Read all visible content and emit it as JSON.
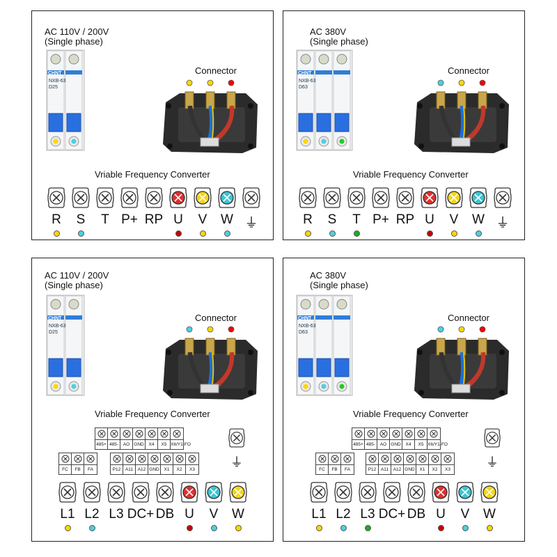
{
  "panels": [
    {
      "title1": "AC 110V / 200V",
      "title2": "(Single phase)",
      "connector": "Connector",
      "vfc": "Vriable Frequency Converter",
      "breaker_brand": "CHNT",
      "breaker_model": "NXB-63",
      "breaker_rating": "D25",
      "poles": 2,
      "connector_dots": [
        "#ffd700",
        "#ffd700",
        "#ff0000"
      ],
      "bottom_dots": [
        "#ffd700",
        "#4cd0e0"
      ],
      "terminals": [
        {
          "label": "R",
          "fill": "#ffffff",
          "dot": "#ffd700"
        },
        {
          "label": "S",
          "fill": "#ffffff",
          "dot": "#4cd0e0"
        },
        {
          "label": "T",
          "fill": "#ffffff",
          "dot": ""
        },
        {
          "label": "P+",
          "fill": "#ffffff",
          "dot": ""
        },
        {
          "label": "RP",
          "fill": "#ffffff",
          "dot": ""
        },
        {
          "label": "U",
          "fill": "#e03030",
          "dot": "#cc0000"
        },
        {
          "label": "V",
          "fill": "#f3d51c",
          "dot": "#ffd700"
        },
        {
          "label": "W",
          "fill": "#3ec4d4",
          "dot": "#4cd0e0"
        },
        {
          "label": "⏚",
          "fill": "#ffffff",
          "dot": ""
        }
      ]
    },
    {
      "title1": "AC 380V",
      "title2": "(Single phase)",
      "connector": "Connector",
      "vfc": "Vriable Frequency Converter",
      "breaker_brand": "CHNT",
      "breaker_model": "NXB-63",
      "breaker_rating": "D63",
      "poles": 3,
      "connector_dots": [
        "#4cd0e0",
        "#ffd700",
        "#ff0000"
      ],
      "bottom_dots": [
        "#ffd700",
        "#4cd0e0",
        "#22cc22"
      ],
      "terminals": [
        {
          "label": "R",
          "fill": "#ffffff",
          "dot": "#ffd700"
        },
        {
          "label": "S",
          "fill": "#ffffff",
          "dot": "#4cd0e0"
        },
        {
          "label": "T",
          "fill": "#ffffff",
          "dot": "#22aa22"
        },
        {
          "label": "P+",
          "fill": "#ffffff",
          "dot": ""
        },
        {
          "label": "RP",
          "fill": "#ffffff",
          "dot": ""
        },
        {
          "label": "U",
          "fill": "#e03030",
          "dot": "#cc0000"
        },
        {
          "label": "V",
          "fill": "#f3d51c",
          "dot": "#ffd700"
        },
        {
          "label": "W",
          "fill": "#3ec4d4",
          "dot": "#4cd0e0"
        },
        {
          "label": "⏚",
          "fill": "#ffffff",
          "dot": ""
        }
      ]
    },
    {
      "title1": "AC 110V / 200V",
      "title2": "(Single phase)",
      "connector": "Connector",
      "vfc": "Vriable Frequency Converter",
      "breaker_brand": "CHNT",
      "breaker_model": "NXB-63",
      "breaker_rating": "D25",
      "poles": 2,
      "connector_dots": [
        "#4cd0e0",
        "#ffd700",
        "#ff0000"
      ],
      "bottom_dots": [
        "#ffd700",
        "#4cd0e0"
      ],
      "ctrl_top": [
        "485+",
        "485-",
        "AO",
        "GND",
        "X4",
        "X5",
        "X6/Y1-FO"
      ],
      "ctrl_left": [
        "FC",
        "FB",
        "FA"
      ],
      "ctrl_right": [
        "P12",
        "A11",
        "A12",
        "GND",
        "X1",
        "X2",
        "X3"
      ],
      "terminals": [
        {
          "label": "L1",
          "fill": "#ffffff",
          "dot": "#ffd700"
        },
        {
          "label": "L2",
          "fill": "#ffffff",
          "dot": "#4cd0e0"
        },
        {
          "label": "L3",
          "fill": "#ffffff",
          "dot": ""
        },
        {
          "label": "DC+",
          "fill": "#ffffff",
          "dot": ""
        },
        {
          "label": "DB",
          "fill": "#ffffff",
          "dot": ""
        },
        {
          "label": "U",
          "fill": "#e03030",
          "dot": "#cc0000"
        },
        {
          "label": "V",
          "fill": "#3ec4d4",
          "dot": "#4cd0e0"
        },
        {
          "label": "W",
          "fill": "#f3d51c",
          "dot": "#ffd700"
        }
      ]
    },
    {
      "title1": "AC 380V",
      "title2": "(Single phase)",
      "connector": "Connector",
      "vfc": "Vriable Frequency Converter",
      "breaker_brand": "CHNT",
      "breaker_model": "NXB-63",
      "breaker_rating": "D63",
      "poles": 3,
      "connector_dots": [
        "#4cd0e0",
        "#ffd700",
        "#ff0000"
      ],
      "bottom_dots": [
        "#ffd700",
        "#4cd0e0",
        "#22cc22"
      ],
      "ctrl_top": [
        "485+",
        "485-",
        "AO",
        "GND",
        "X4",
        "X5",
        "X6/Y1-FO"
      ],
      "ctrl_left": [
        "FC",
        "FB",
        "FA"
      ],
      "ctrl_right": [
        "P12",
        "A11",
        "A12",
        "GND",
        "X1",
        "X2",
        "X3"
      ],
      "terminals": [
        {
          "label": "L1",
          "fill": "#ffffff",
          "dot": "#ffd700"
        },
        {
          "label": "L2",
          "fill": "#ffffff",
          "dot": "#4cd0e0"
        },
        {
          "label": "L3",
          "fill": "#ffffff",
          "dot": "#22aa22"
        },
        {
          "label": "DC+",
          "fill": "#ffffff",
          "dot": ""
        },
        {
          "label": "DB",
          "fill": "#ffffff",
          "dot": ""
        },
        {
          "label": "U",
          "fill": "#e03030",
          "dot": "#cc0000"
        },
        {
          "label": "V",
          "fill": "#3ec4d4",
          "dot": "#4cd0e0"
        },
        {
          "label": "W",
          "fill": "#f3d51c",
          "dot": "#ffd700"
        }
      ]
    }
  ]
}
